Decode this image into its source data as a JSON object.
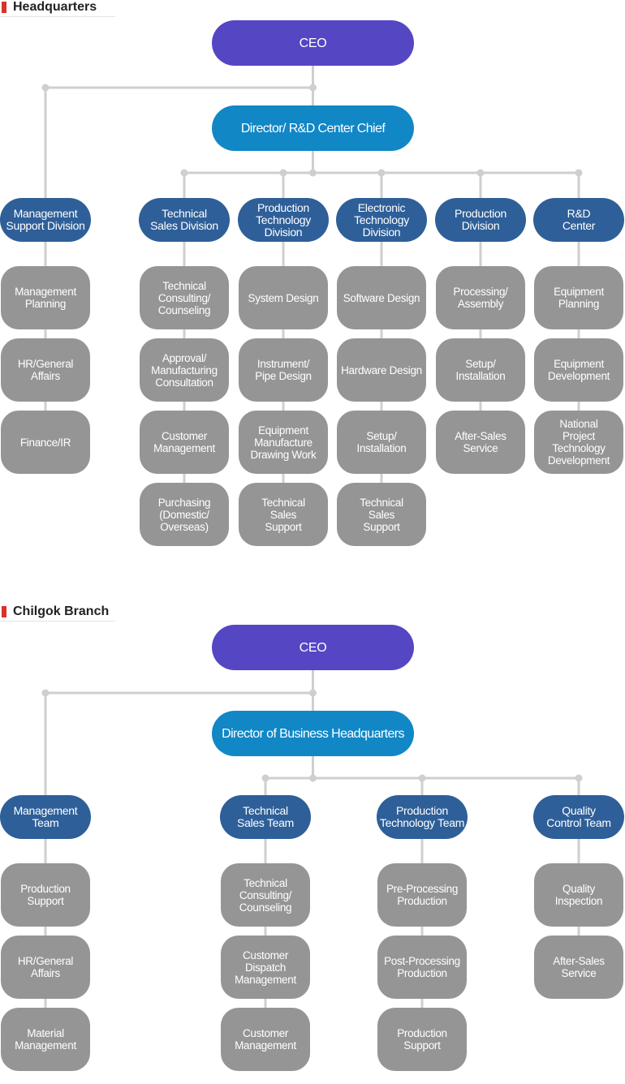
{
  "sections": [
    {
      "title": "Headquarters",
      "ceo": "CEO",
      "director": "Director/ R&D Center Chief",
      "divisions": [
        {
          "label": "Management\nSupport Division",
          "units": [
            "Management\nPlanning",
            "HR/General\nAffairs",
            "Finance/IR"
          ]
        },
        {
          "label": "Technical\nSales Division",
          "units": [
            "Technical\nConsulting/\nCounseling",
            "Approval/\nManufacturing\nConsultation",
            "Customer\nManagement",
            "Purchasing\n(Domestic/\nOverseas)"
          ]
        },
        {
          "label": "Production\nTechnology\nDivision",
          "units": [
            "System Design",
            "Instrument/\nPipe Design",
            "Equipment\nManufacture\nDrawing Work",
            "Technical\nSales\nSupport"
          ]
        },
        {
          "label": "Electronic\nTechnology\nDivision",
          "units": [
            "Software Design",
            "Hardware Design",
            "Setup/\nInstallation",
            "Technical\nSales\nSupport"
          ]
        },
        {
          "label": "Production\nDivision",
          "units": [
            "Processing/\nAssembly",
            "Setup/\nInstallation",
            "After-Sales\nService"
          ]
        },
        {
          "label": "R&D\nCenter",
          "units": [
            "Equipment\nPlanning",
            "Equipment\nDevelopment",
            "National\nProject\nTechnology\nDevelopment"
          ]
        }
      ]
    },
    {
      "title": "Chilgok Branch",
      "ceo": "CEO",
      "director": "Director of Business Headquarters",
      "divisions": [
        {
          "label": "Management\nTeam",
          "units": [
            "Production\nSupport",
            "HR/General\nAffairs",
            "Material\nManagement"
          ]
        },
        {
          "label": "Technical\nSales Team",
          "units": [
            "Technical\nConsulting/\nCounseling",
            "Customer\nDispatch\nManagement",
            "Customer\nManagement"
          ]
        },
        {
          "label": "Production\nTechnology Team",
          "units": [
            "Pre-Processing\nProduction",
            "Post-Processing\nProduction",
            "Production\nSupport"
          ]
        },
        {
          "label": "Quality\nControl Team",
          "units": [
            "Quality\nInspection",
            "After-Sales\nService"
          ]
        }
      ]
    }
  ],
  "colors": {
    "ceo": "#5546c4",
    "director": "#1187c6",
    "division": "#2e5f98",
    "unit": "#959595",
    "connector": "#cfcfcf",
    "section_marker": "#d8322d"
  }
}
